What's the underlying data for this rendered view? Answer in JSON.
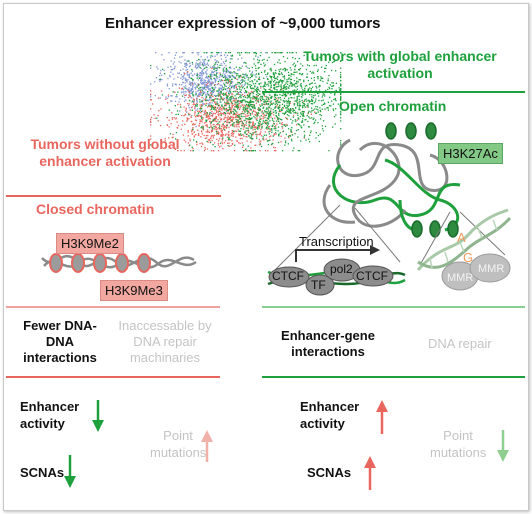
{
  "title": "Enhancer expression of ~9,000 tumors",
  "right_group": {
    "heading": "Tumors with global enhancer activation",
    "chromatin": "Open chromatin",
    "histone_mark": "H3K27Ac",
    "transcription_label": "Transcription",
    "factors": [
      "CTCF",
      "TF",
      "pol2",
      "CTCF"
    ],
    "repair_proteins": [
      "MMR",
      "MMR"
    ],
    "mismatch_bases": [
      "A",
      "G"
    ],
    "interactions": "Enhancer-gene interactions",
    "repair": "DNA repair",
    "activity": "Enhancer activity",
    "scnas": "SCNAs",
    "point_mutations": "Point mutations"
  },
  "left_group": {
    "heading": "Tumors without global enhancer activation",
    "chromatin": "Closed chromatin",
    "histone_marks": [
      "H3K9Me2",
      "H3K9Me3"
    ],
    "interactions": "Fewer DNA-DNA interactions",
    "repair": "Inaccessable by DNA repair machinaries",
    "activity": "Enhancer activity",
    "scnas": "SCNAs",
    "point_mutations": "Point mutations"
  },
  "arrows": {
    "left_activity": "down",
    "left_scnas": "down",
    "left_point_mutations": "up",
    "right_activity": "up",
    "right_scnas": "up",
    "right_point_mutations": "down"
  },
  "colors": {
    "green": "#1ea03c",
    "red": "#e8665e",
    "blue": "#7f95d4",
    "grey_text": "#c4c4c4",
    "histone_red": "#f2a7a0",
    "histone_green": "#82c986"
  }
}
